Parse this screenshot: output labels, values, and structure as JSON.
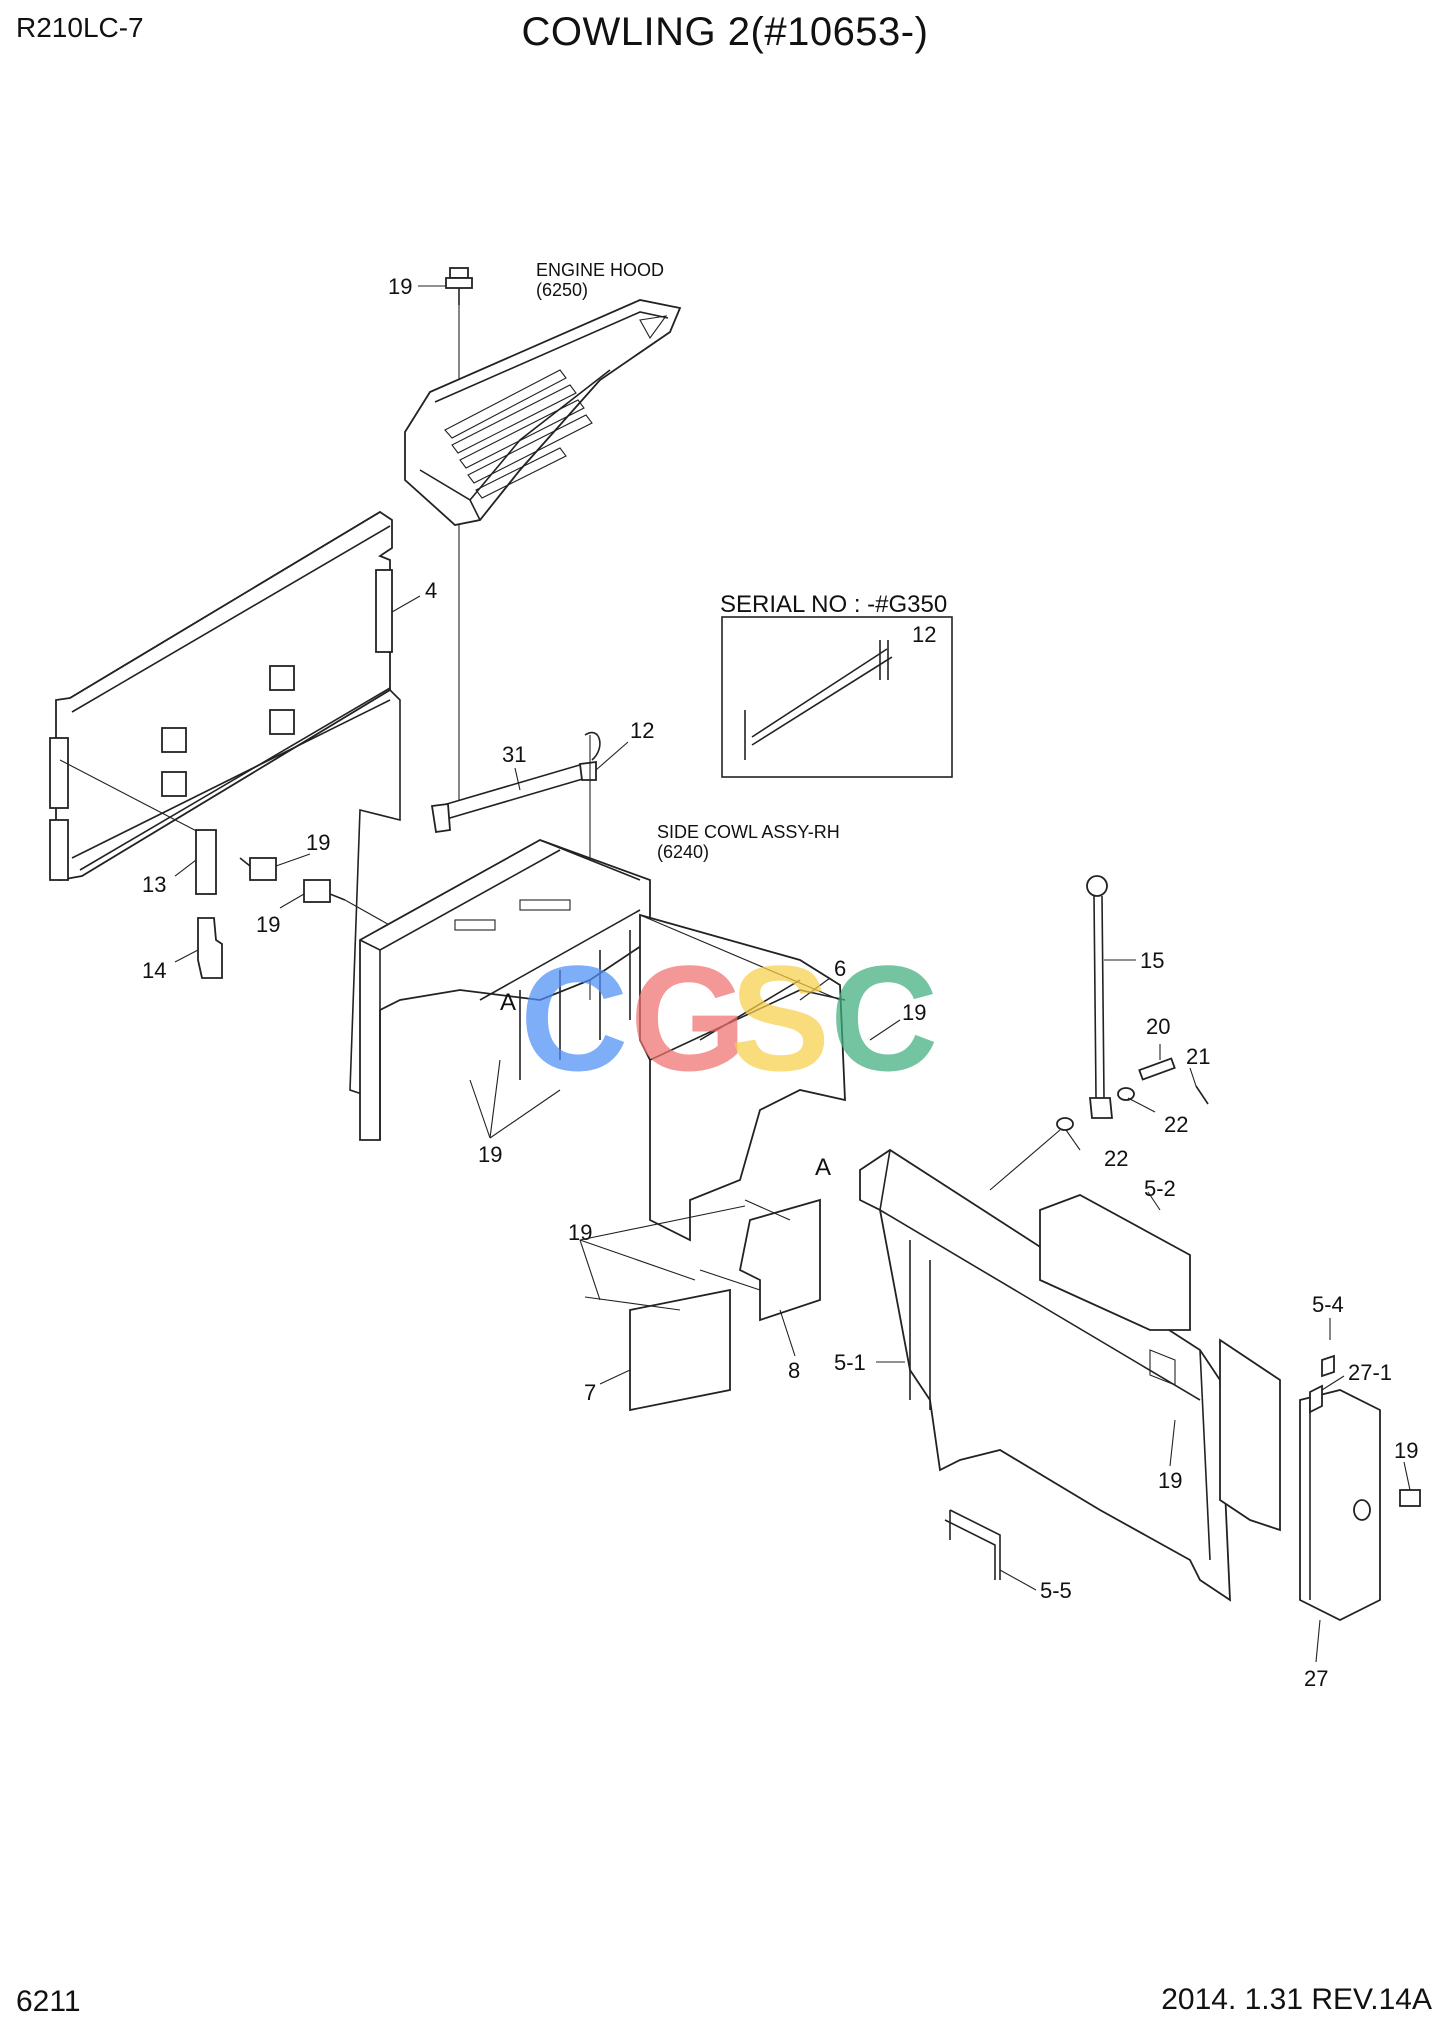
{
  "header": {
    "model": "R210LC-7",
    "title": "COWLING 2(#10653-)"
  },
  "footer": {
    "page_number": "6211",
    "revision": "2014. 1.31  REV.14A"
  },
  "notes": {
    "engine_hood_name": "ENGINE HOOD",
    "engine_hood_ref": "(6250)",
    "side_cowl_name": "SIDE COWL ASSY-RH",
    "side_cowl_ref": "(6240)",
    "serial_box_title": "SERIAL NO : -#G350",
    "detail_marker": "A"
  },
  "watermark": {
    "letters": [
      "C",
      "G",
      "S",
      "C"
    ],
    "colors": [
      "#4f8ff7",
      "#f07070",
      "#f7d04a",
      "#3fae7e"
    ]
  },
  "callouts": {
    "p4": "4",
    "p5_1": "5-1",
    "p5_2": "5-2",
    "p5_4": "5-4",
    "p5_5": "5-5",
    "p6": "6",
    "p7": "7",
    "p8": "8",
    "p12": "12",
    "p13": "13",
    "p14": "14",
    "p15": "15",
    "p19": "19",
    "p20": "20",
    "p21": "21",
    "p22": "22",
    "p27": "27",
    "p27_1": "27-1",
    "p31": "31"
  }
}
